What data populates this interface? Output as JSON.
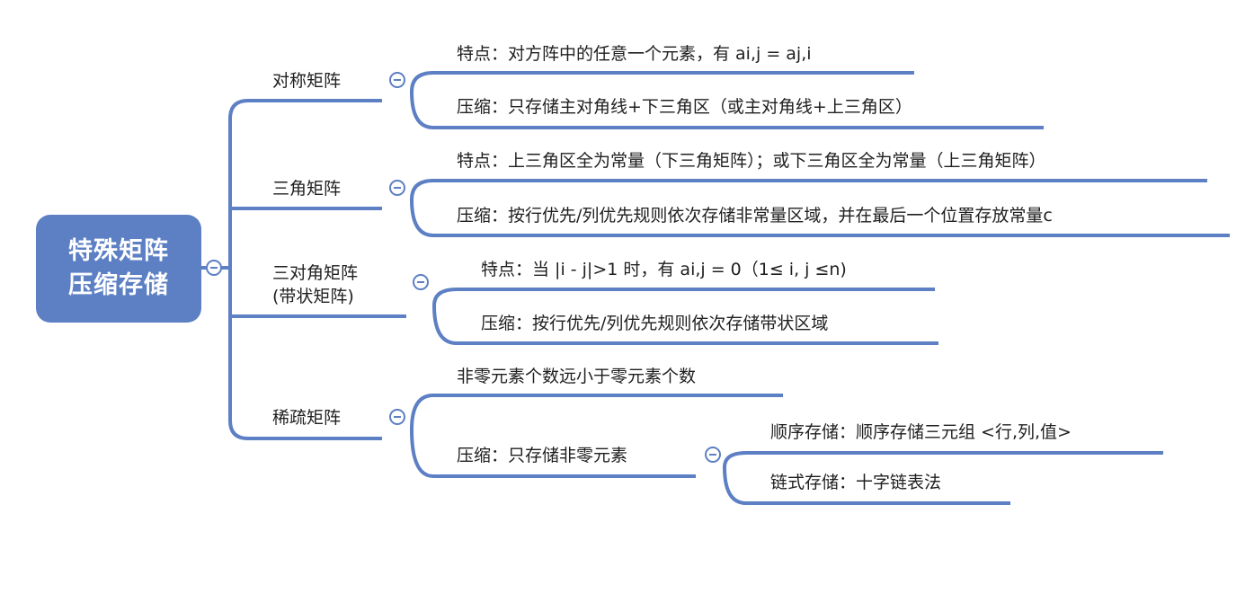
{
  "root": {
    "line1": "特殊矩阵",
    "line2": "压缩存储"
  },
  "branches": [
    {
      "title": "对称矩阵",
      "children": [
        "特点：对方阵中的任意一个元素，有 ai,j = aj,i",
        "压缩：只存储主对角线+下三角区（或主对角线+上三角区）"
      ]
    },
    {
      "title": "三角矩阵",
      "children": [
        "特点：上三角区全为常量（下三角矩阵）；或下三角区全为常量（上三角矩阵）",
        "压缩：按行优先/列优先规则依次存储非常量区域，并在最后一个位置存放常量c"
      ]
    },
    {
      "title_line1": "三对角矩阵",
      "title_line2": "(带状矩阵)",
      "children": [
        "特点：当 |i - j|>1 时，有 ai,j = 0（1≤ i, j ≤n)",
        "压缩：按行优先/列优先规则依次存储带状区域"
      ]
    },
    {
      "title": "稀疏矩阵",
      "children": [
        "非零元素个数远小于零元素个数",
        "压缩：只存储非零元素"
      ],
      "grandchildren": [
        "顺序存储：顺序存储三元组 <行,列,值>",
        "链式存储：十字链表法"
      ]
    }
  ],
  "colors": {
    "accent": "#5d7fc4",
    "text": "#1f1f1f",
    "background": "#ffffff"
  }
}
